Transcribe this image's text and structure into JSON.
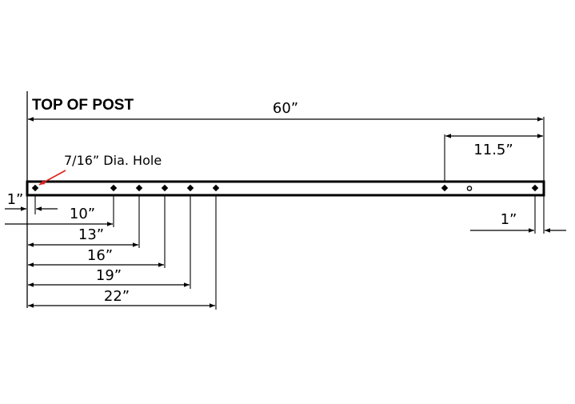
{
  "title": "TOP OF POST",
  "overall_length": "60”",
  "hole_note": "7/16” Dia. Hole",
  "leader_color": "#e0201b",
  "dimensions": {
    "right_group": "11.5”",
    "left_offset": "1”",
    "right_offset": "1”",
    "holes": [
      "10”",
      "13”",
      "16”",
      "19”",
      "22”"
    ]
  }
}
